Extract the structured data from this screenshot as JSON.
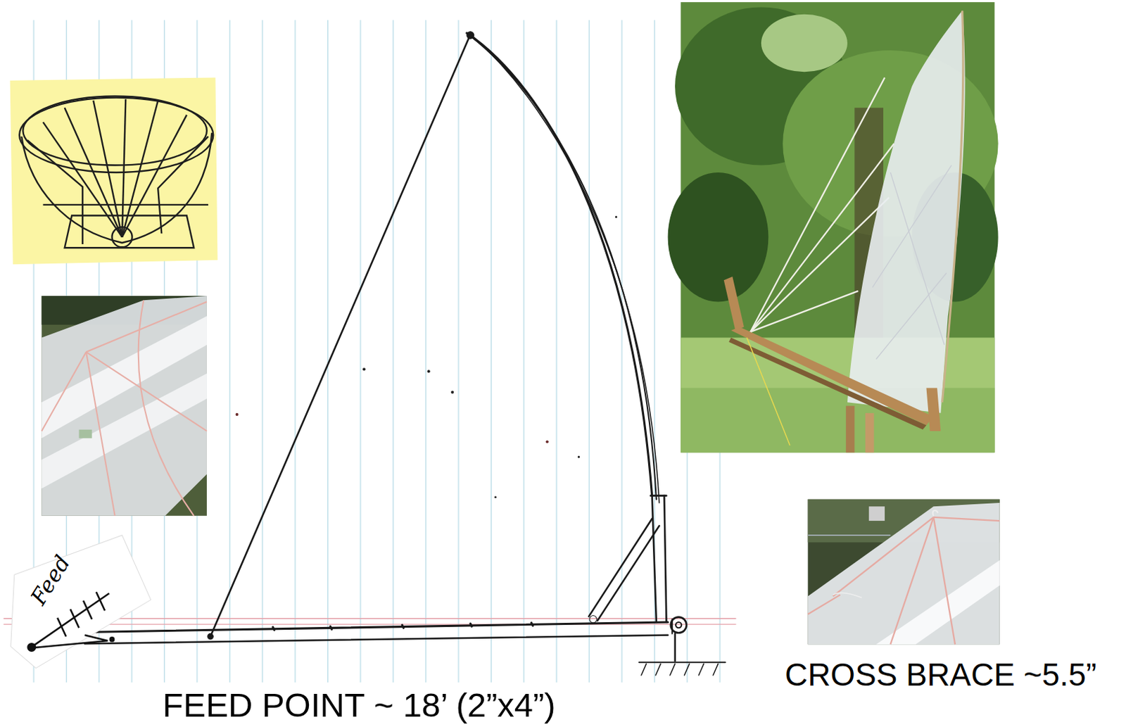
{
  "diagram": {
    "labels": [
      "Feed",
      "FEED POINT ~ 18’ (2”x4”)",
      "CROSS BRACE ~5.5”"
    ]
  }
}
